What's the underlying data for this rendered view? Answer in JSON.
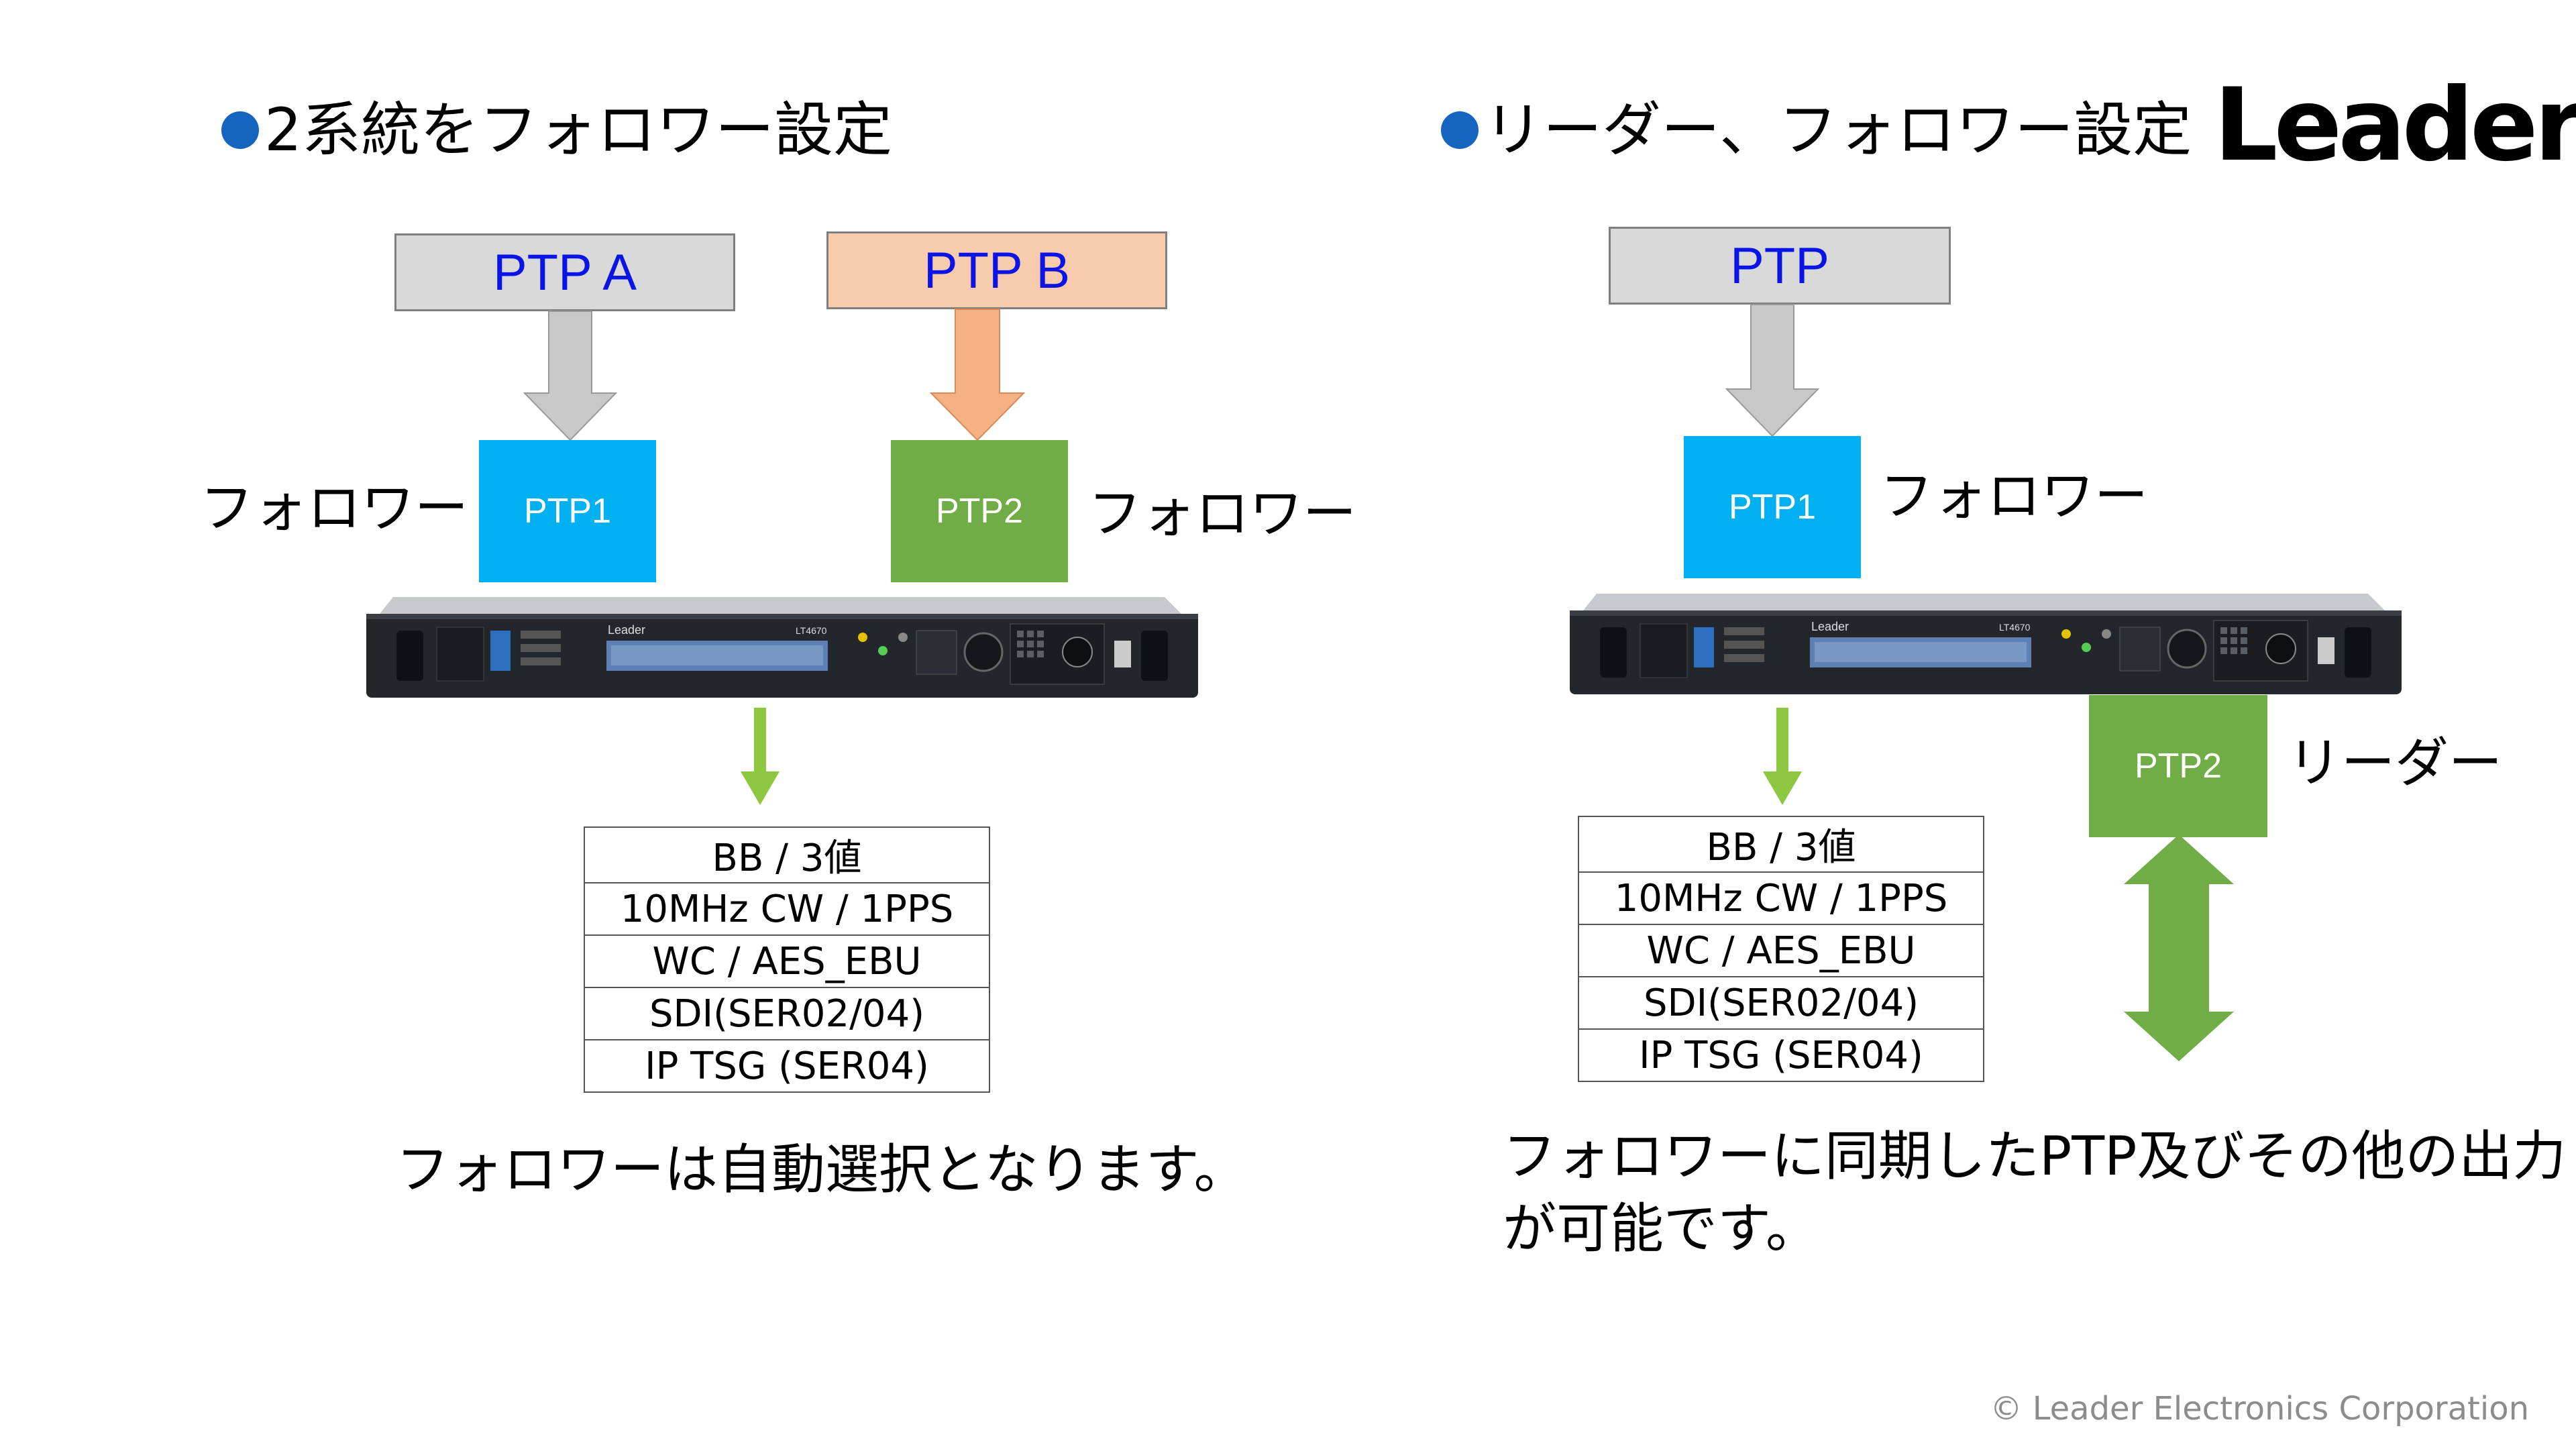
{
  "left": {
    "heading": "2系統をフォロワー設定",
    "source_a": "PTP A",
    "source_b": "PTP B",
    "port1": "PTP1",
    "port2": "PTP2",
    "role1": "フォロワー",
    "role2": "フォロワー",
    "outputs": [
      "BB / 3値",
      "10MHz CW / 1PPS",
      "WC / AES_EBU",
      "SDI(SER02/04)",
      "IP TSG (SER04)"
    ],
    "caption": "フォロワーは自動選択となります。"
  },
  "right": {
    "heading": "リーダー、フォロワー設定",
    "source": "PTP",
    "port1": "PTP1",
    "port2": "PTP2",
    "role1": "フォロワー",
    "role2": "リーダー",
    "outputs": [
      "BB / 3値",
      "10MHz CW / 1PPS",
      "WC / AES_EBU",
      "SDI(SER02/04)",
      "IP TSG (SER04)"
    ],
    "caption_line1": "フォロワーに同期したPTP及びその他の出力",
    "caption_line2": "が可能です。"
  },
  "device": {
    "brand_label": "Leader",
    "model_label": "LT4670"
  },
  "logo": "Leader",
  "copyright": "© Leader Electronics Corporation",
  "colors": {
    "source_a_fill": "#d9d9d9",
    "source_b_fill": "#f8cbad",
    "port1_fill": "#00b0f0",
    "port2_fill": "#70ad47",
    "arrow_gray": "#c8c8c8",
    "arrow_peach": "#f4b183",
    "arrow_green": "#8dc63f",
    "bullet": "#1565c0"
  }
}
